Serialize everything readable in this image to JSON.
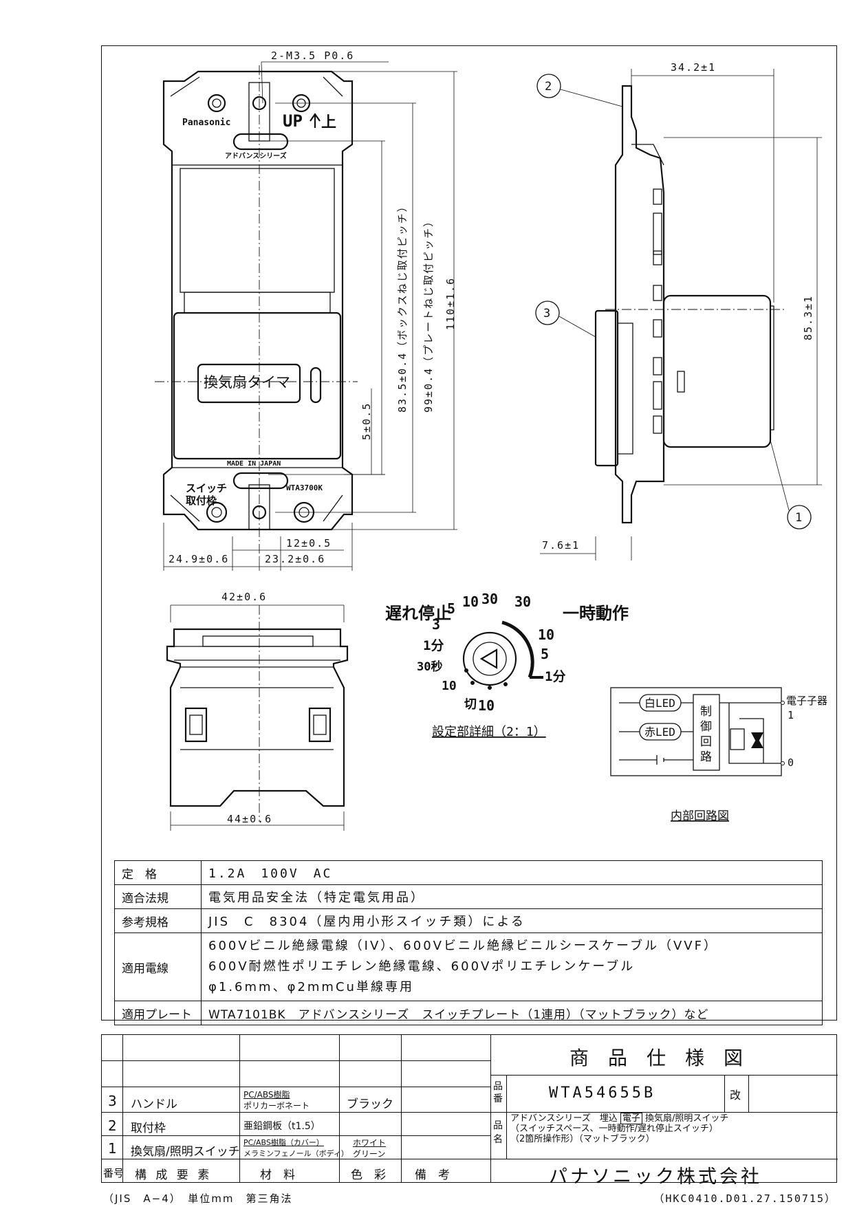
{
  "drawing": {
    "dims": {
      "screw": "2-M3.5 P0.6",
      "depth": "34.2±1",
      "body_h": "85.3±1",
      "box_pitch": "83.5±0.4（ボックスねじ取付ピッチ）",
      "plate_pitch": "99±0.4（プレートねじ取付ピッチ）",
      "total_h": "110±1.6",
      "d5": "5±0.5",
      "d12": "12±0.5",
      "d249": "24.9±0.6",
      "d232": "23.2±0.6",
      "d76": "7.6±1",
      "w42": "42±0.6",
      "w44": "44±0.6"
    },
    "marks": {
      "brand": "Panasonic",
      "up": "UP",
      "up_kanji": "上",
      "series": "アドバンスシリーズ",
      "made_in": "MADE IN JAPAN",
      "label": "換気扇タイマ",
      "frame_label_1": "スイッチ",
      "frame_label_2": "取付枠",
      "model_mark": "WTA3700K"
    },
    "balloons": [
      "1",
      "2",
      "3"
    ],
    "dial": {
      "delay_label": "遅れ停止",
      "temp_label": "一時動作",
      "left": [
        "10",
        "30",
        "5",
        "3",
        "1分",
        "30秒",
        "10"
      ],
      "right": [
        "30",
        "10",
        "5",
        "1分"
      ],
      "off": "切",
      "off_num": "10",
      "caption": "設定部詳細（2：1）"
    },
    "circuit": {
      "white_led": "白LED",
      "red_led": "赤LED",
      "control": [
        "制",
        "御",
        "回",
        "路"
      ],
      "terminal_label": "電子子器",
      "t1": "1",
      "t0": "0",
      "caption": "内部回路図"
    }
  },
  "spec": [
    {
      "key": "定　格",
      "value": "1.2A　100V　AC"
    },
    {
      "key": "適合法規",
      "value": "電気用品安全法（特定電気用品）"
    },
    {
      "key": "参考規格",
      "value": "JIS　C　8304（屋内用小形スイッチ類）による"
    },
    {
      "key": "適用電線",
      "lines": [
        "600Vビニル絶縁電線（IV）、600Vビニル絶縁ビニルシースケーブル（VVF）",
        "600V耐燃性ポリエチレン絶縁電線、600Vポリエチレンケーブル",
        "φ1.6mm、φ2mmCu単線専用"
      ]
    },
    {
      "key": "適用プレート",
      "value": "WTA7101BK　アドバンスシリーズ　スイッチプレート（1連用）（マットブラック）など"
    }
  ],
  "parts": {
    "headers": [
      "番号",
      "構 成 要 素",
      "材　料",
      "色　彩",
      "備　考"
    ],
    "rows": [
      {
        "no": "3",
        "name": "ハンドル",
        "mat1": "PC/ABS樹脂",
        "mat2": "ポリカーボネート",
        "color1": "ブラック",
        "color2": ""
      },
      {
        "no": "2",
        "name": "取付枠",
        "mat1": "亜鉛鋼板（t1.5）",
        "mat2": "",
        "color1": "",
        "color2": ""
      },
      {
        "no": "1",
        "name": "換気扇/照明スイッチ",
        "mat1": "PC/ABS樹脂（カバー）",
        "mat2": "メラミンフェノール（ボディ）",
        "color1": "ホワイト",
        "color2": "グリーン"
      }
    ]
  },
  "title_block": {
    "title": "商　品　仕　様　図",
    "hin_ban_label": "品番",
    "part_number": "WTA54655B",
    "kai_label": "改",
    "hin_mei_label": "品名",
    "name_line1_a": "アドバンスシリーズ　埋込",
    "name_line1_box": "電子",
    "name_line1_b": "換気扇/照明スイッチ",
    "name_line2": "（スイッチスペース、一時動作/遅れ停止スイッチ）",
    "name_line3": "（2箇所操作形）（マットブラック）",
    "company": "パナソニック株式会社"
  },
  "footer": {
    "left": "（JIS　A−4）　単位mm　第三角法",
    "right": "（HKC0410.D01.27.150715）"
  }
}
